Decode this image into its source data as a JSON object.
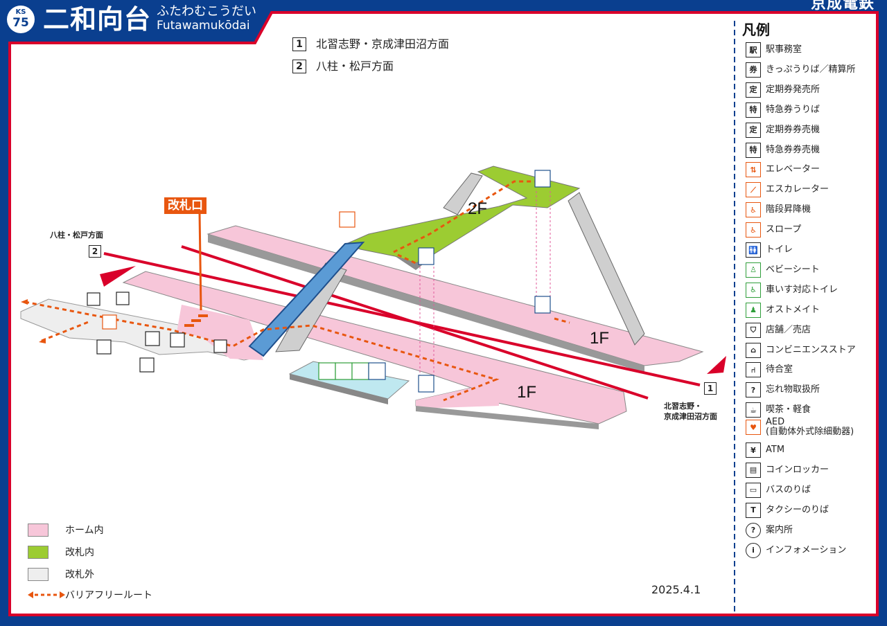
{
  "header": {
    "station_code": "KS",
    "station_number": "75",
    "station_name": "二和向台",
    "station_kana": "ふたわむこうだい",
    "station_roman": "Futawamukōdai",
    "brand": "京成電鉄"
  },
  "directions": [
    {
      "number": "1",
      "label": "北習志野・京成津田沼方面"
    },
    {
      "number": "2",
      "label": "八柱・松戸方面"
    }
  ],
  "map": {
    "left_direction": "八柱・松戸方面",
    "right_direction_line1": "北習志野・",
    "right_direction_line2": "京成津田沼方面",
    "ticket_gate": "改札口",
    "floor_2f": "2F",
    "floor_1f": "1F"
  },
  "legend": {
    "title": "凡例",
    "items": [
      {
        "icon": "station-office-icon",
        "glyph": "駅",
        "label": "駅事務室",
        "style": ""
      },
      {
        "icon": "ticket-sales-icon",
        "glyph": "券",
        "label": "きっぷうりば／精算所",
        "style": ""
      },
      {
        "icon": "commuter-pass-office-icon",
        "glyph": "定",
        "label": "定期券発売所",
        "style": ""
      },
      {
        "icon": "limited-express-ticket-icon",
        "glyph": "特",
        "label": "特急券うりば",
        "style": ""
      },
      {
        "icon": "pass-vending-machine-icon",
        "glyph": "定",
        "label": "定期券券売機",
        "style": ""
      },
      {
        "icon": "express-vending-machine-icon",
        "glyph": "特",
        "label": "特急券券売機",
        "style": ""
      },
      {
        "icon": "elevator-icon",
        "glyph": "⇅",
        "label": "エレベーター",
        "style": "o"
      },
      {
        "icon": "escalator-icon",
        "glyph": "⟋",
        "label": "エスカレーター",
        "style": "o"
      },
      {
        "icon": "stair-lift-icon",
        "glyph": "♿",
        "label": "階段昇降機",
        "style": "o"
      },
      {
        "icon": "slope-icon",
        "glyph": "♿",
        "label": "スロープ",
        "style": "o"
      },
      {
        "icon": "toilet-icon",
        "glyph": "🚻",
        "label": "トイレ",
        "style": ""
      },
      {
        "icon": "baby-seat-icon",
        "glyph": "♙",
        "label": "ベビーシート",
        "style": "g"
      },
      {
        "icon": "accessible-toilet-icon",
        "glyph": "♿",
        "label": "車いす対応トイレ",
        "style": "g"
      },
      {
        "icon": "ostomate-icon",
        "glyph": "♟",
        "label": "オストメイト",
        "style": "g"
      },
      {
        "icon": "shop-icon",
        "glyph": "⛉",
        "label": "店舗／売店",
        "style": ""
      },
      {
        "icon": "convenience-store-icon",
        "glyph": "⌂",
        "label": "コンビニエンスストア",
        "style": ""
      },
      {
        "icon": "waiting-room-icon",
        "glyph": "⑁",
        "label": "待合室",
        "style": ""
      },
      {
        "icon": "lost-and-found-icon",
        "glyph": "?",
        "label": "忘れ物取扱所",
        "style": ""
      },
      {
        "icon": "cafe-icon",
        "glyph": "☕",
        "label": "喫茶・軽食",
        "style": ""
      },
      {
        "icon": "aed-icon",
        "glyph": "♥",
        "label": "AED",
        "label2": "(自動体外式除細動器)",
        "style": "o"
      },
      {
        "icon": "atm-icon",
        "glyph": "¥",
        "label": "ATM",
        "style": ""
      },
      {
        "icon": "coin-locker-icon",
        "glyph": "▤",
        "label": "コインロッカー",
        "style": ""
      },
      {
        "icon": "bus-stop-icon",
        "glyph": "▭",
        "label": "バスのりば",
        "style": ""
      },
      {
        "icon": "taxi-stand-icon",
        "glyph": "T",
        "label": "タクシーのりば",
        "style": ""
      },
      {
        "icon": "information-icon",
        "glyph": "?",
        "label": "案内所",
        "style": "round"
      },
      {
        "icon": "info-icon",
        "glyph": "i",
        "label": "インフォメーション",
        "style": "round"
      }
    ]
  },
  "zones": [
    {
      "label": "ホーム内",
      "color": "#f7c6d9"
    },
    {
      "label": "改札内",
      "color": "#9ccc32"
    },
    {
      "label": "改札外",
      "color": "#eeeeee"
    },
    {
      "label": "バリアフリールート",
      "color": "#e8560f"
    }
  ],
  "date": "2025.4.1",
  "colors": {
    "frame_blue": "#0a3f8f",
    "frame_red": "#d9002a",
    "orange": "#e8560f",
    "platform_pink": "#f7c6d9",
    "concourse_green": "#9ccc32"
  }
}
